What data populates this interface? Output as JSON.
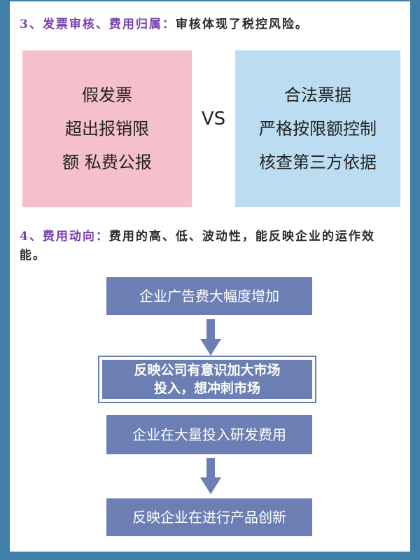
{
  "section3": {
    "lead": "3、发票审核、费用归属：",
    "text": "审核体现了税控风险。"
  },
  "compare": {
    "left_lines": [
      "假发票",
      "超出报销限",
      "额 私费公报"
    ],
    "vs": "VS",
    "right_lines": [
      "合法票据",
      "严格按限额控制",
      "核查第三方依据"
    ]
  },
  "section4": {
    "lead": "4、费用动向：",
    "text": "费用的高、低、波动性，能反映企业的运作效能。"
  },
  "flow": {
    "step1": "企业广告费大幅度增加",
    "step2_line1": "反映公司有意识加大市场",
    "step2_line2": "投入，想冲刺市场",
    "step3": "企业在大量投入研发费用",
    "step4": "反映企业在进行产品创新"
  },
  "colors": {
    "border": "#3f7fa8",
    "heading_lead": "#7a3fb0",
    "left_box": "#f5bfcb",
    "right_box": "#bcdcf1",
    "flow_box": "#6c7fb4"
  }
}
